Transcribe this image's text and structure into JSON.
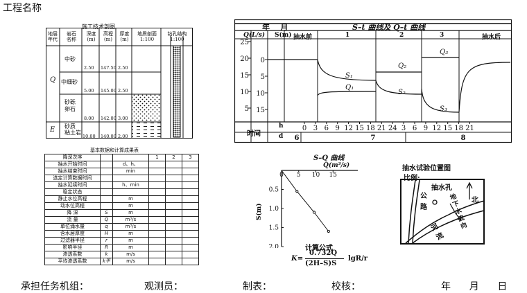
{
  "page": {
    "title": "工程名称"
  },
  "profile": {
    "caption": "施工技术剖图",
    "headers": [
      "地层\n年代",
      "岩石\n名称",
      "深度\n(m)",
      "高程\n(m)",
      "厚度\n(m)",
      "地质剖面\n1:100",
      "钻孔结构\n1:100"
    ],
    "ages": [
      "Q",
      "E"
    ],
    "rows": [
      {
        "name": "中砂",
        "depth": "2.50",
        "elev": "147.50",
        "thick": "2.50"
      },
      {
        "name": "中细砂",
        "depth": "5.00",
        "elev": "145.00",
        "thick": "2.50"
      },
      {
        "name": "砂砾\n卵石",
        "depth": "8.00",
        "elev": "142.00",
        "thick": "3.00"
      },
      {
        "name": "砂质\n粘土岩",
        "depth": "10.00",
        "elev": "140.00",
        "thick": "2.00"
      }
    ]
  },
  "data_table": {
    "caption": "基本数据和计算成果表",
    "rows": [
      {
        "label": "降深次序",
        "sym": "",
        "unit": "",
        "c1": "1",
        "c2": "2",
        "c3": "3"
      },
      {
        "label": "抽水开始时间",
        "sym": "",
        "unit": "d、h、",
        "c1": "",
        "c2": "",
        "c3": ""
      },
      {
        "label": "抽水结束时间",
        "sym": "",
        "unit": "min",
        "c1": "",
        "c2": "",
        "c3": ""
      },
      {
        "label": "选定计算数据时间",
        "sym": "",
        "unit": "",
        "c1": "",
        "c2": "",
        "c3": ""
      },
      {
        "label": "抽水延续时间",
        "sym": "",
        "unit": "h、min",
        "c1": "",
        "c2": "",
        "c3": ""
      },
      {
        "label": "稳定状态",
        "sym": "",
        "unit": "",
        "c1": "",
        "c2": "",
        "c3": ""
      },
      {
        "label": "静止水位高程",
        "sym": "",
        "unit": "m",
        "c1": "",
        "c2": "",
        "c3": ""
      },
      {
        "label": "动水位高程",
        "sym": "",
        "unit": "m",
        "c1": "",
        "c2": "",
        "c3": ""
      },
      {
        "label": "降        深",
        "sym": "S",
        "unit": "m",
        "c1": "",
        "c2": "",
        "c3": ""
      },
      {
        "label": "流        量",
        "sym": "Q",
        "unit": "m³/s",
        "c1": "",
        "c2": "",
        "c3": ""
      },
      {
        "label": "单位涌水量",
        "sym": "q",
        "unit": "m³/s",
        "c1": "",
        "c2": "",
        "c3": ""
      },
      {
        "label": "含水层厚度",
        "sym": "H",
        "unit": "m",
        "c1": "",
        "c2": "",
        "c3": ""
      },
      {
        "label": "过滤器半径",
        "sym": "r",
        "unit": "m",
        "c1": "",
        "c2": "",
        "c3": ""
      },
      {
        "label": "影响半径",
        "sym": "R",
        "unit": "m",
        "c1": "",
        "c2": "",
        "c3": ""
      },
      {
        "label": "渗透系数",
        "sym": "k",
        "unit": "m/s",
        "c1": "",
        "c2": "",
        "c3": ""
      },
      {
        "label": "平均渗透系数",
        "sym": "k平",
        "unit": "m/s",
        "c1": "",
        "c2": "",
        "c3": ""
      }
    ]
  },
  "st_chart": {
    "header_left": "年    月",
    "title": "S–t 曲线及 Q–t 曲线",
    "q_label": "Q(L/s)",
    "s_label": "S(m)",
    "phases": [
      "抽水前",
      "1",
      "2",
      "3",
      "抽水后"
    ],
    "q_ticks": [
      "25",
      "20",
      "15",
      "10",
      "5"
    ],
    "s_ticks": [
      "0",
      "5",
      "10",
      "15"
    ],
    "curve_labels": [
      "S₁",
      "Q₁",
      "Q₂",
      "S₂",
      "Q₃",
      "S₃"
    ],
    "time_label": "时间",
    "h_label": "h",
    "d_label": "d",
    "hours": [
      "0",
      "3",
      "6",
      "9",
      "12",
      "15",
      "18",
      "21",
      "24",
      "3",
      "6",
      "9",
      "12",
      "15",
      "18",
      "21"
    ],
    "days": [
      "6",
      "7",
      "8"
    ]
  },
  "chart_data": {
    "type": "line",
    "title": "S–Q 曲线",
    "xlabel": "Q(m³/s)",
    "ylabel": "S(m)",
    "xlim": [
      0,
      20
    ],
    "ylim": [
      0,
      2
    ],
    "x_ticks": [
      "0",
      "5",
      "10",
      "15"
    ],
    "y_ticks": [
      "0.5",
      "1.0",
      "1.5",
      "2.0"
    ],
    "series": [
      {
        "x": [
          0,
          4.5,
          9.5,
          13.7
        ],
        "y": [
          0,
          0.55,
          1.1,
          1.6
        ]
      }
    ]
  },
  "formula": {
    "label": "计算公式",
    "lhs": "K=",
    "numerator": "0.732Q",
    "denominator": "(2H–S)S",
    "tail": "lgR/r"
  },
  "location_map": {
    "title": "抽水试验位置图",
    "scale": "比例:",
    "well": "抽水孔",
    "north": "北",
    "road": "公路",
    "flow": "地下水流向",
    "river": "河流"
  },
  "footer": {
    "unit": "承担任务机组：",
    "observer": "观测员：",
    "maker": "制表：",
    "checker": "校核：",
    "date": "年      月      日"
  }
}
